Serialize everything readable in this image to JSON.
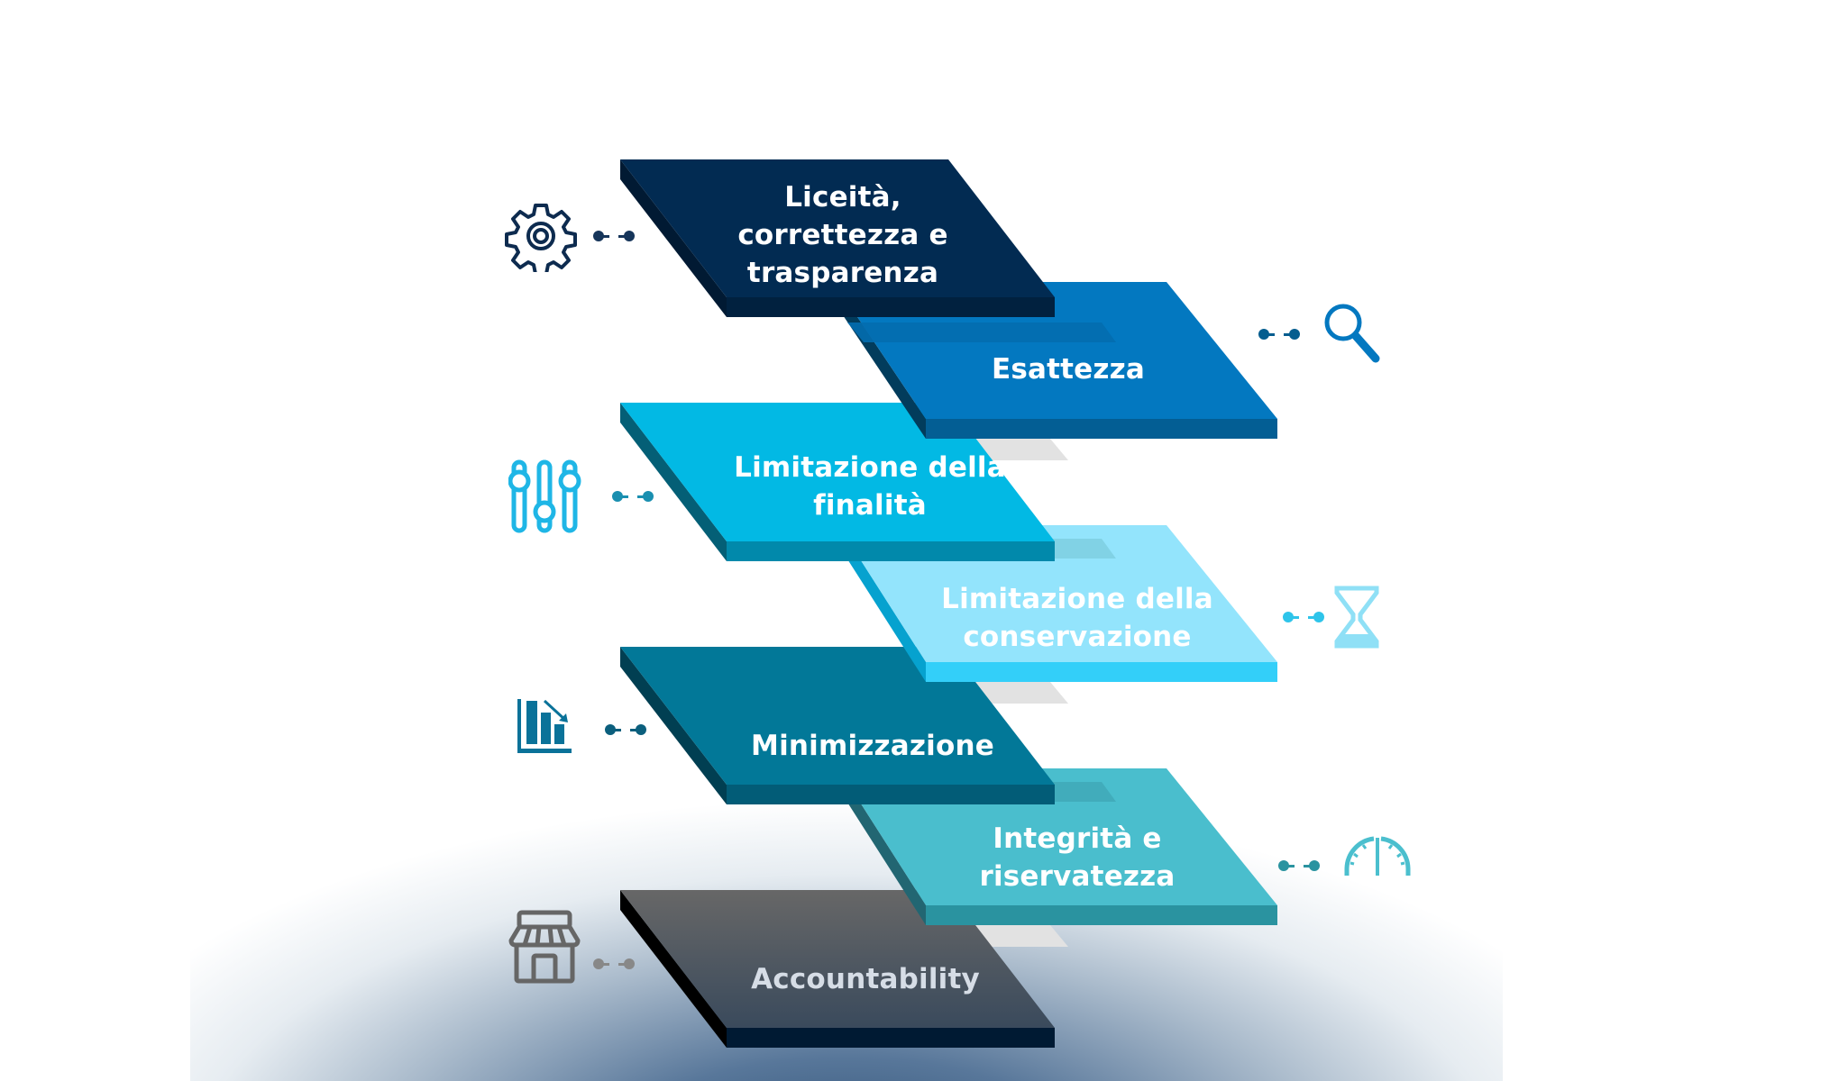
{
  "diagram": {
    "type": "stacked-layers",
    "title": "",
    "layers": [
      {
        "id": "liceita",
        "label_lines": [
          "Liceità,",
          "correttezza e",
          "trasparenza"
        ],
        "icon": "gear-icon",
        "side": "left",
        "colors": {
          "top": "#022b52",
          "front": "#01213f",
          "side": "#011a33"
        },
        "icon_color": "#0d2b4f",
        "dot_color": "#16355a"
      },
      {
        "id": "esattezza",
        "label_lines": [
          "Esattezza"
        ],
        "icon": "search-icon",
        "side": "right",
        "colors": {
          "top": "#0378c0",
          "front": "#035e94",
          "side": "#023c5c"
        },
        "icon_color": "#0378c0",
        "dot_color": "#045d8f"
      },
      {
        "id": "limitazione-finalita",
        "label_lines": [
          "Limitazione della",
          "finalità"
        ],
        "icon": "sliders-icon",
        "side": "left",
        "colors": {
          "top": "#02b9e4",
          "front": "#0189ab",
          "side": "#045f76"
        },
        "icon_color": "#1fb6e6",
        "dot_color": "#1a8fb0"
      },
      {
        "id": "limitazione-conservazione",
        "label_lines": [
          "Limitazione della",
          "conservazione"
        ],
        "icon": "hourglass-icon",
        "side": "right",
        "colors": {
          "top": "#93e4fc",
          "front": "#33cff9",
          "side": "#06a2cf"
        },
        "icon_color": "#8fe0f6",
        "dot_color": "#2ec4ea"
      },
      {
        "id": "minimizzazione",
        "label_lines": [
          "Minimizzazione"
        ],
        "icon": "chart-down-icon",
        "side": "left",
        "colors": {
          "top": "#027898",
          "front": "#025c77",
          "side": "#013f52"
        },
        "icon_color": "#0a7299",
        "dot_color": "#0b5f7d"
      },
      {
        "id": "integrita",
        "label_lines": [
          "Integrità e",
          "riservatezza"
        ],
        "icon": "gauge-icon",
        "side": "right",
        "colors": {
          "top": "#4abecd",
          "front": "#2a93a0",
          "side": "#226672"
        },
        "icon_color": "#4bbfce",
        "dot_color": "#2a93a0"
      },
      {
        "id": "accountability",
        "label_lines": [
          "Accountability"
        ],
        "icon": "store-icon",
        "side": "left",
        "colors": {
          "top": "#666666",
          "front": "#001a33",
          "side": "#000000"
        },
        "icon_color": "#666666",
        "dot_color": "#888888"
      }
    ]
  },
  "labels": {
    "l1a": "Liceità,",
    "l1b": "correttezza e",
    "l1c": "trasparenza",
    "l2a": "Esattezza",
    "l3a": "Limitazione della",
    "l3b": "finalità",
    "l4a": "Limitazione della",
    "l4b": "conservazione",
    "l5a": "Minimizzazione",
    "l6a": "Integrità e",
    "l6b": "riservatezza",
    "l7a": "Accountability"
  }
}
